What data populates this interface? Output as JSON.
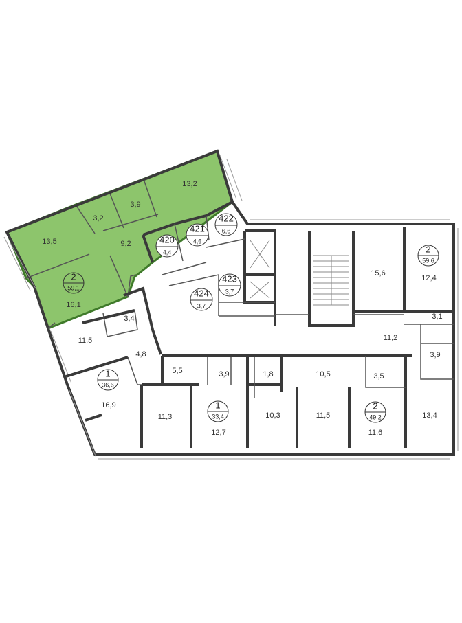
{
  "colors": {
    "highlight_fill": "#8dc56c",
    "highlight_wall": "#3f7a2a",
    "wall": "#3a3a3a",
    "room_line": "#7a7a7a",
    "background": "#ffffff"
  },
  "rooms": [
    {
      "id": "r-13-5",
      "label": "13,5"
    },
    {
      "id": "r-3-2",
      "label": "3,2"
    },
    {
      "id": "r-3-9a",
      "label": "3,9"
    },
    {
      "id": "r-13-2",
      "label": "13,2"
    },
    {
      "id": "r-9-2",
      "label": "9,2"
    },
    {
      "id": "r-16-1",
      "label": "16,1"
    },
    {
      "id": "r-3-4",
      "label": "3,4"
    },
    {
      "id": "r-11-5a",
      "label": "11,5"
    },
    {
      "id": "r-4-8",
      "label": "4,8"
    },
    {
      "id": "r-16-9",
      "label": "16,9"
    },
    {
      "id": "r-5-5",
      "label": "5,5"
    },
    {
      "id": "r-3-9b",
      "label": "3,9"
    },
    {
      "id": "r-1-8",
      "label": "1,8"
    },
    {
      "id": "r-10-5",
      "label": "10,5"
    },
    {
      "id": "r-3-5",
      "label": "3,5"
    },
    {
      "id": "r-11-3",
      "label": "11,3"
    },
    {
      "id": "r-12-7",
      "label": "12,7"
    },
    {
      "id": "r-10-3",
      "label": "10,3"
    },
    {
      "id": "r-11-5b",
      "label": "11,5"
    },
    {
      "id": "r-11-6",
      "label": "11,6"
    },
    {
      "id": "r-13-4",
      "label": "13,4"
    },
    {
      "id": "r-15-6",
      "label": "15,6"
    },
    {
      "id": "r-12-4",
      "label": "12,4"
    },
    {
      "id": "r-11-2",
      "label": "11,2"
    },
    {
      "id": "r-3-1",
      "label": "3,1"
    },
    {
      "id": "r-3-9c",
      "label": "3,9"
    }
  ],
  "apartment_badges": [
    {
      "id": "apt-green",
      "number": "2",
      "area": "59,1",
      "highlighted": true
    },
    {
      "id": "apt-west",
      "number": "1",
      "area": "36,6",
      "highlighted": false
    },
    {
      "id": "apt-south-a",
      "number": "1",
      "area": "33,4",
      "highlighted": false
    },
    {
      "id": "apt-south-b",
      "number": "2",
      "area": "49,2",
      "highlighted": false
    },
    {
      "id": "apt-east",
      "number": "2",
      "area": "59,6",
      "highlighted": false
    }
  ],
  "storage_badges": [
    {
      "id": "st-420",
      "number": "420",
      "area": "4,4"
    },
    {
      "id": "st-421",
      "number": "421",
      "area": "4,6"
    },
    {
      "id": "st-422",
      "number": "422",
      "area": "6,6"
    },
    {
      "id": "st-423",
      "number": "423",
      "area": "3,7"
    },
    {
      "id": "st-424",
      "number": "424",
      "area": "3,7"
    }
  ]
}
